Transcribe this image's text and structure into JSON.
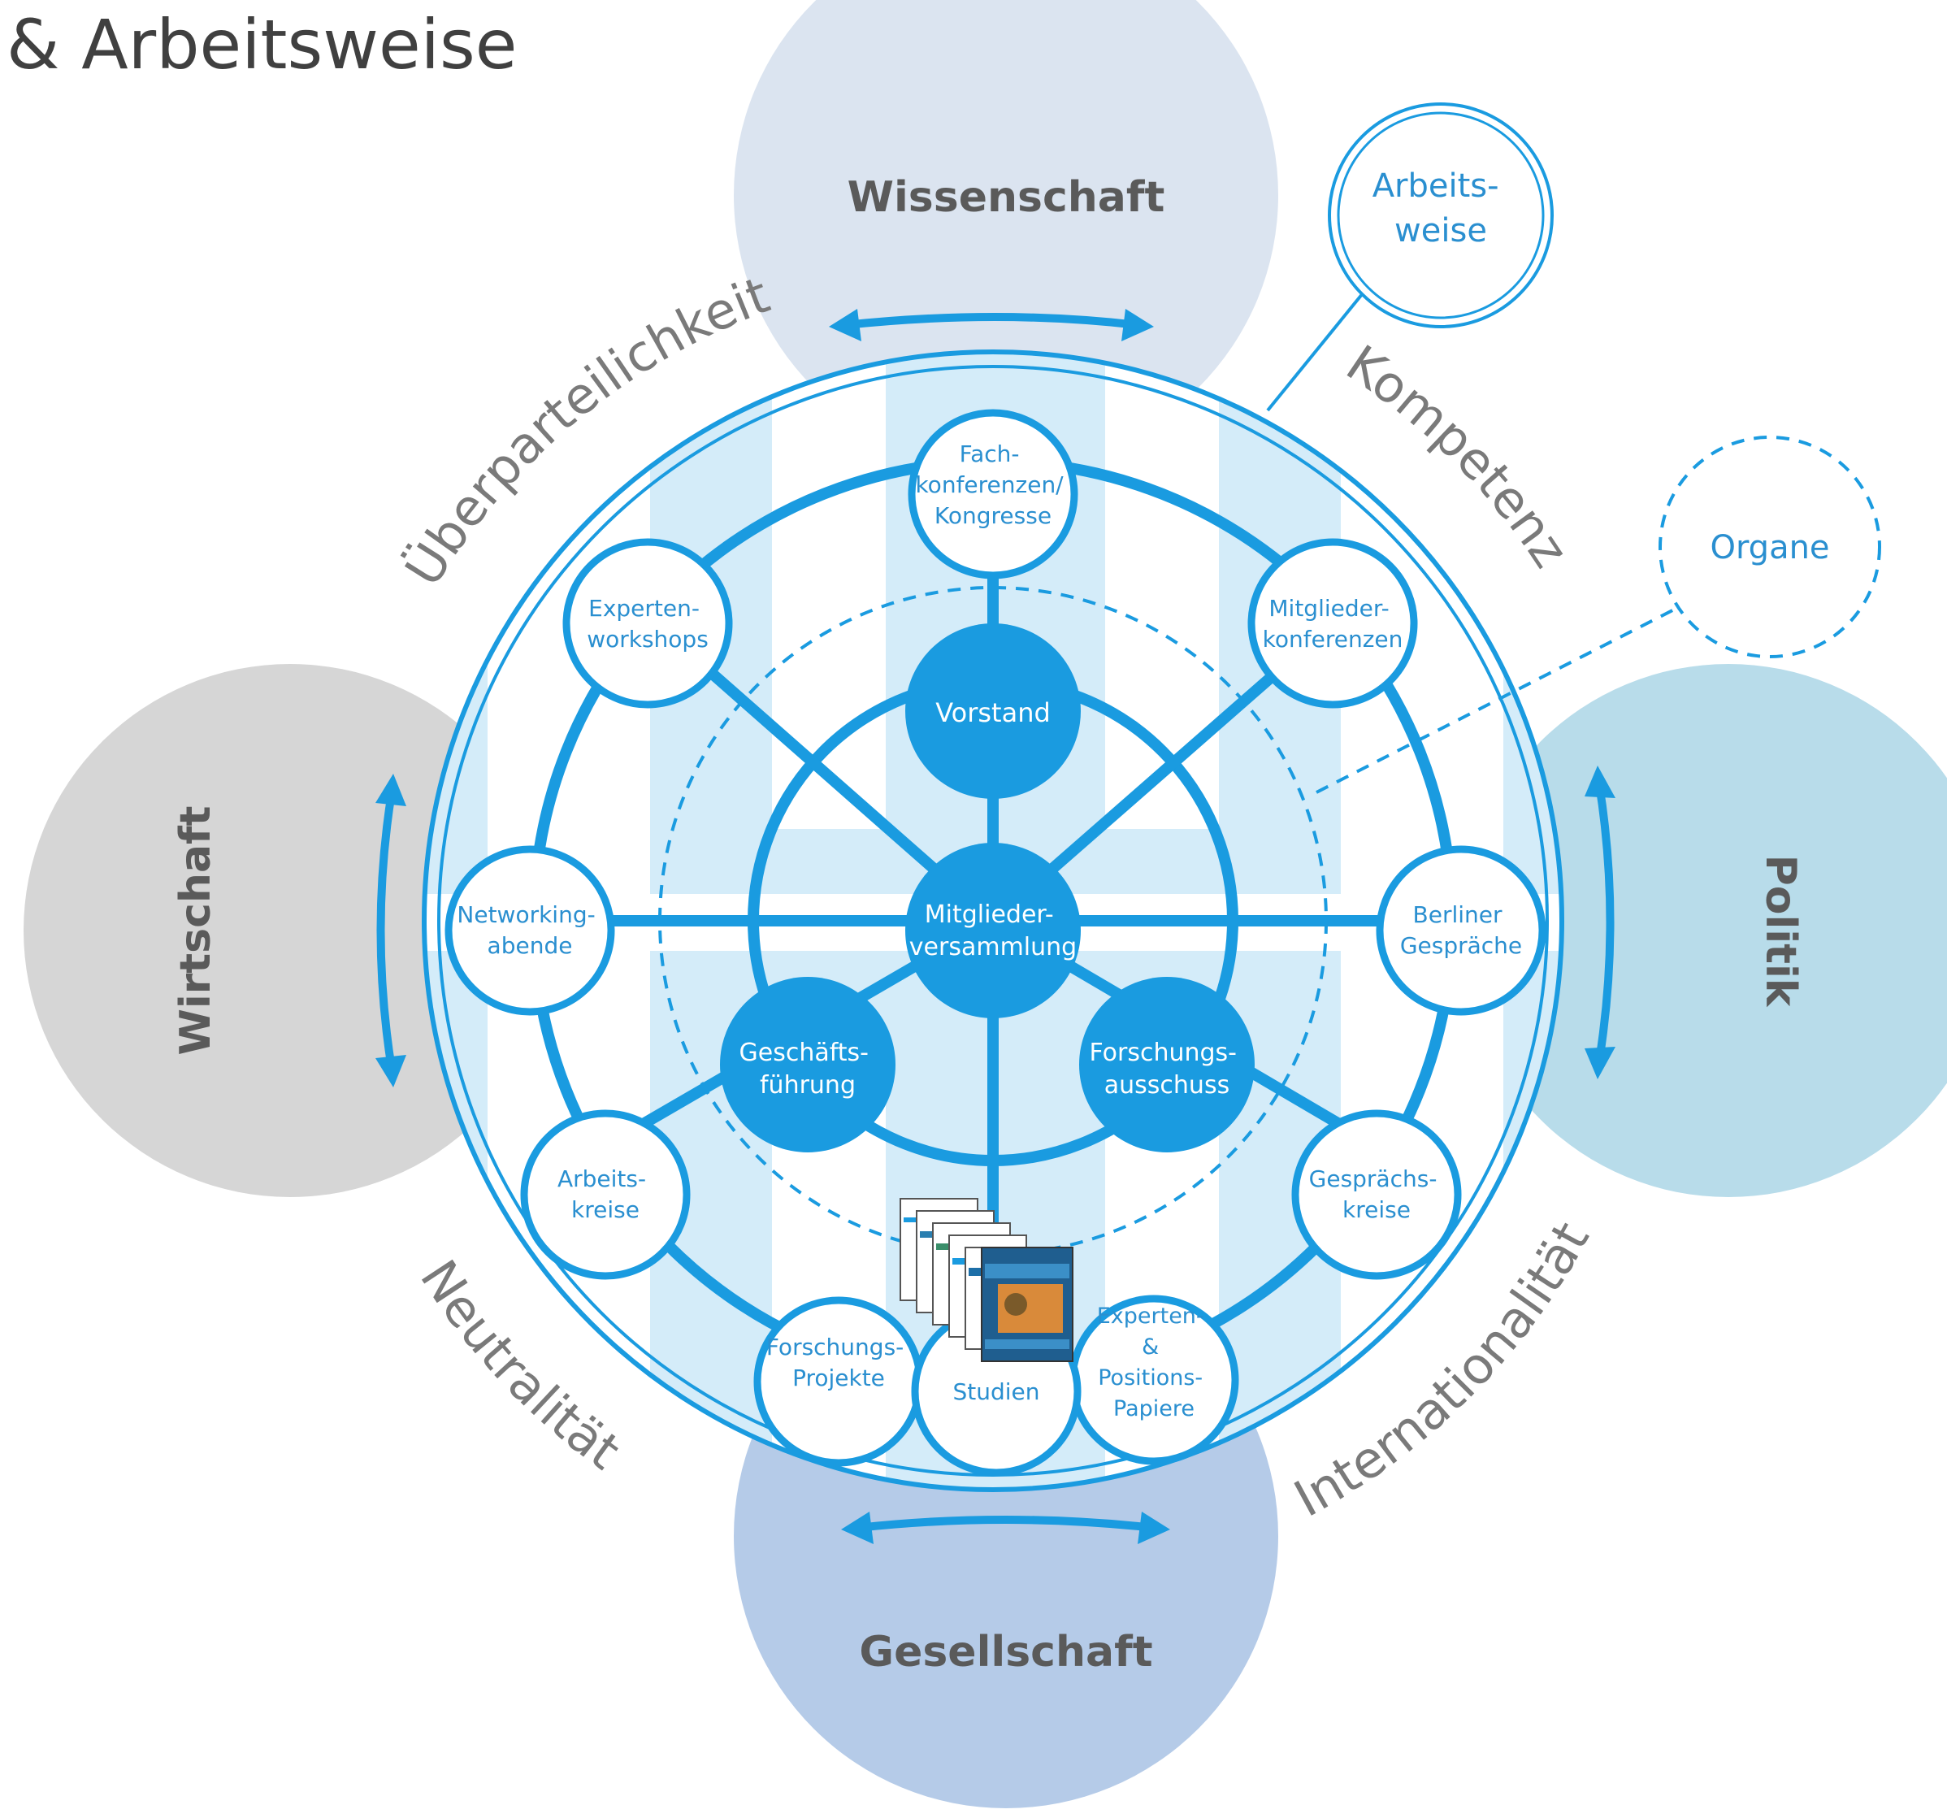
{
  "title": "& Arbeitsweise",
  "colors": {
    "accent": "#1a9be0",
    "ring_fill": "#c4e3f6",
    "node_text": "#2a8fd0",
    "wissenschaft": "#dbe4f0",
    "gesellschaft": "#b5cbe8",
    "wirtschaft": "#d6d6d6",
    "politik": "#b8dcea",
    "sector_text": "#5a5a5a",
    "value_text": "#7a7a7a"
  },
  "sectors": {
    "top": "Wissenschaft",
    "bottom": "Gesellschaft",
    "left": "Wirtschaft",
    "right": "Politik"
  },
  "values": {
    "top_left": "Überparteilichkeit",
    "top_right": "Kompetenz",
    "bottom_left": "Neutralität",
    "bottom_right": "Internationalität"
  },
  "legend": {
    "arbeitsweise": [
      "Arbeits-",
      "weise"
    ],
    "organe": "Organe"
  },
  "organs": {
    "center": [
      "Mitglieder-",
      "versammlung"
    ],
    "top": [
      "Vorstand"
    ],
    "left": [
      "Geschäfts-",
      "führung"
    ],
    "right": [
      "Forschungs-",
      "ausschuss"
    ]
  },
  "activities": {
    "fachkonferenzen": [
      "Fach-",
      "konferenzen/",
      "Kongresse"
    ],
    "mitgliederkonferenzen": [
      "Mitglieder-",
      "konferenzen"
    ],
    "berliner": [
      "Berliner",
      "Gespräche"
    ],
    "gespraechskreise": [
      "Gesprächs-",
      "kreise"
    ],
    "positionspapiere": [
      "Experten-",
      "&",
      "Positions-",
      "Papiere"
    ],
    "studien": [
      "Studien"
    ],
    "forschungsprojekte": [
      "Forschungs-",
      "Projekte"
    ],
    "arbeitskreise": [
      "Arbeits-",
      "kreise"
    ],
    "networking": [
      "Networking-",
      "abende"
    ],
    "expertenworkshops": [
      "Experten-",
      "workshops"
    ]
  }
}
